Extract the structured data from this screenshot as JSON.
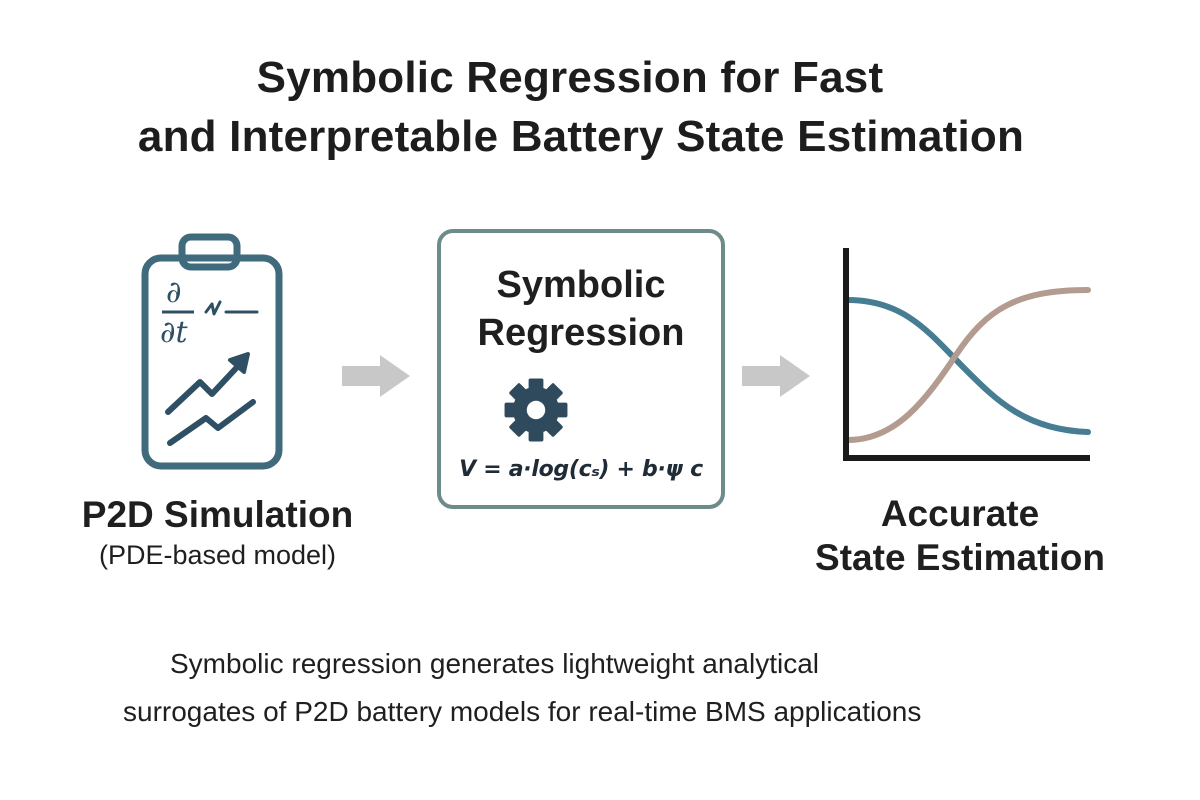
{
  "title": {
    "line1": "Symbolic Regression for Fast",
    "line2": "and Interpretable Battery State Estimation"
  },
  "left_panel": {
    "icon": "battery-icon",
    "equation_symbol": "∂/∂t",
    "label": "P2D Simulation",
    "sublabel": "(PDE-based model)"
  },
  "arrows": [
    "arrow-right-icon",
    "arrow-right-icon"
  ],
  "center_panel": {
    "title_line1": "Symbolic",
    "title_line2": "Regression",
    "icon": "gear-icon",
    "formula": "V = a·log(cₛ) + b·ψ c"
  },
  "right_panel": {
    "icon": "line-chart-icon",
    "label_line1": "Accurate",
    "label_line2": "State Estimation"
  },
  "summary": {
    "line1": "Symbolic regression generates lightweight analytical",
    "line2": "surrogates of P2D battery models for real-time BMS applications"
  },
  "colors": {
    "battery_outline": "#3f6b7d",
    "box_border": "#6e8b8c",
    "arrow": "#c8c8c8",
    "gear": "#2e4a5c",
    "curve_decreasing": "#b39c8f",
    "curve_increasing": "#467d92",
    "axis": "#1a1a1a"
  }
}
